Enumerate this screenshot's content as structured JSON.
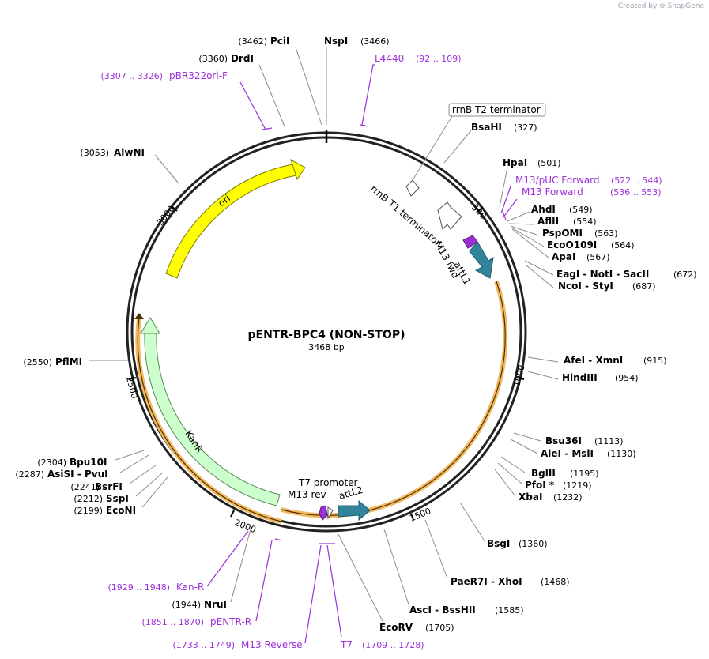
{
  "watermark": {
    "created_by": "Created by",
    "brand": "SnapGene"
  },
  "plasmid": {
    "name": "pENTR-BPC4 (NON-STOP)",
    "length_label": "3468 bp"
  },
  "ticks": [
    {
      "label": "500"
    },
    {
      "label": "1000"
    },
    {
      "label": "1500"
    },
    {
      "label": "2000"
    },
    {
      "label": "2500"
    },
    {
      "label": "3000"
    }
  ],
  "features": [
    {
      "name": "ori",
      "color": "#ffff00"
    },
    {
      "name": "KanR",
      "color": "#ccffcc"
    },
    {
      "name": "attL1",
      "color": "#31849b"
    },
    {
      "name": "attL2",
      "color": "#31849b"
    },
    {
      "name": "M13 fwd",
      "color": "#9b30d9"
    },
    {
      "name": "M13 rev",
      "color": "#9b30d9"
    },
    {
      "name": "rrnB T1 terminator",
      "color": "#ffffff"
    },
    {
      "name": "rrnB T2 terminator",
      "color": "#ffffff"
    },
    {
      "name": "T7 promoter",
      "color": "#ffffff"
    }
  ],
  "sites": [
    {
      "name": "PciI",
      "pos": "(3462)"
    },
    {
      "name": "NspI",
      "pos": "(3466)"
    },
    {
      "name": "DrdI",
      "pos": "(3360)"
    },
    {
      "name": "AlwNI",
      "pos": "(3053)"
    },
    {
      "name": "BsaHI",
      "pos": "(327)"
    },
    {
      "name": "HpaI",
      "pos": "(501)"
    },
    {
      "name": "AhdI",
      "pos": "(549)"
    },
    {
      "name": "AflII",
      "pos": "(554)"
    },
    {
      "name": "PspOMI",
      "pos": "(563)"
    },
    {
      "name": "EcoO109I",
      "pos": "(564)"
    },
    {
      "name": "ApaI",
      "pos": "(567)"
    },
    {
      "name": "EagI  - NotI  - SacII",
      "pos": "(672)"
    },
    {
      "name": "NcoI  - StyI",
      "pos": "(687)"
    },
    {
      "name": "AfeI  - XmnI",
      "pos": "(915)"
    },
    {
      "name": "HindIII",
      "pos": "(954)"
    },
    {
      "name": "Bsu36I",
      "pos": "(1113)"
    },
    {
      "name": "AleI  - MslI",
      "pos": "(1130)"
    },
    {
      "name": "BglII",
      "pos": "(1195)"
    },
    {
      "name": "PfoI *",
      "pos": "(1219)"
    },
    {
      "name": "XbaI",
      "pos": "(1232)"
    },
    {
      "name": "BsgI",
      "pos": "(1360)"
    },
    {
      "name": "PaeR7I  - XhoI",
      "pos": "(1468)"
    },
    {
      "name": "AscI  - BssHII",
      "pos": "(1585)"
    },
    {
      "name": "EcoRV",
      "pos": "(1705)"
    },
    {
      "name": "NruI",
      "pos": "(1944)"
    },
    {
      "name": "EcoNI",
      "pos": "(2199)"
    },
    {
      "name": "SspI",
      "pos": "(2212)"
    },
    {
      "name": "BsrFI",
      "pos": "(2241)"
    },
    {
      "name": "AsiSI  - PvuI",
      "pos": "(2287)"
    },
    {
      "name": "Bpu10I",
      "pos": "(2304)"
    },
    {
      "name": "PflMI",
      "pos": "(2550)"
    }
  ],
  "primers": [
    {
      "name": "L4440",
      "pos": "(92 .. 109)"
    },
    {
      "name": "pBR322ori-F",
      "pos": "(3307 .. 3326)"
    },
    {
      "name": "M13/pUC Forward",
      "pos": "(522 .. 544)"
    },
    {
      "name": "M13 Forward",
      "pos": "(536 .. 553)"
    },
    {
      "name": "Kan-R",
      "pos": "(1929 .. 1948)"
    },
    {
      "name": "pENTR-R",
      "pos": "(1851 .. 1870)"
    },
    {
      "name": "M13 Reverse",
      "pos": "(1733 .. 1749)"
    },
    {
      "name": "T7",
      "pos": "(1709 .. 1728)"
    }
  ]
}
